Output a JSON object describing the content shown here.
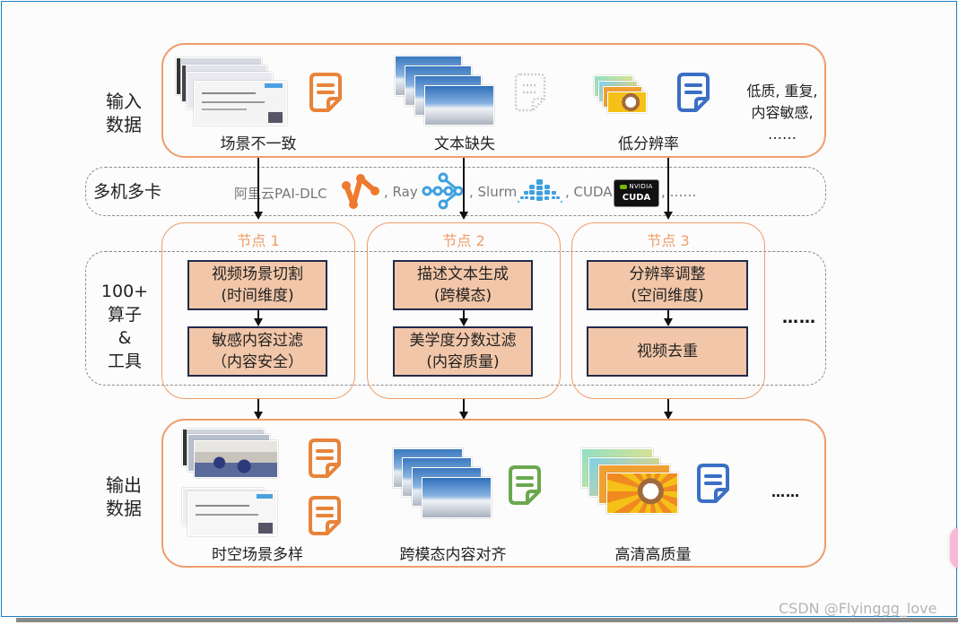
{
  "input_row": {
    "label": "输入\n数据",
    "items": [
      {
        "caption": "场景不一致",
        "doc_icon": "orange-document-icon",
        "doc_color": "#e8833a",
        "image": "video-frames-lecture"
      },
      {
        "caption": "文本缺失",
        "doc_icon": "missing-document-icon",
        "doc_color": "#cccccc",
        "image": "snow-landscape-frames"
      },
      {
        "caption": "低分辨率",
        "doc_icon": "blue-document-icon",
        "doc_color": "#3a6fc4",
        "image": "cartoon-frames"
      }
    ],
    "extra": "低质, 重复,\n内容敏感,\n……"
  },
  "compute_row": {
    "label": "多机多卡",
    "tools": [
      {
        "text": "阿里云PAI-DLC",
        "icon": "pai-dlc-icon",
        "color": "#ef7a2e"
      },
      {
        "text": ", Ray",
        "icon": "ray-icon",
        "color": "#3fa0e0"
      },
      {
        "text": ", Slurm",
        "icon": "slurm-icon",
        "color": "#3fa0e0"
      },
      {
        "text": ", CUDA",
        "icon": "nvidia-cuda-icon",
        "badge_top": "NVIDIA",
        "badge_bottom": "CUDA"
      },
      {
        "text": ", ……"
      }
    ]
  },
  "operators_row": {
    "label": "100+\n算子\n&\n工具",
    "more": "……",
    "nodes": [
      {
        "title": "节点 1",
        "ops": [
          {
            "line1": "视频场景切割",
            "line2": "(时间维度)"
          },
          {
            "line1": "敏感内容过滤",
            "line2": "（内容安全）"
          }
        ]
      },
      {
        "title": "节点 2",
        "ops": [
          {
            "line1": "描述文本生成",
            "line2": "(跨模态)"
          },
          {
            "line1": "美学度分数过滤",
            "line2": "(内容质量)"
          }
        ]
      },
      {
        "title": "节点 3",
        "ops": [
          {
            "line1": "分辨率调整",
            "line2": "(空间维度)"
          },
          {
            "line1": "视频去重",
            "line2": ""
          }
        ]
      }
    ]
  },
  "output_row": {
    "label": "输出\n数据",
    "items": [
      {
        "caption": "时空场景多样",
        "doc_icon": "orange-document-icon",
        "doc_color": "#e8833a"
      },
      {
        "caption": "跨模态内容对齐",
        "doc_icon": "green-document-icon",
        "doc_color": "#6aa84f"
      },
      {
        "caption": "高清高质量",
        "doc_icon": "blue-document-icon",
        "doc_color": "#3a6fc4"
      }
    ],
    "more": "……"
  },
  "watermark": "CSDN @Flyinggg_love",
  "colors": {
    "accent_orange": "#ef9d6a",
    "op_fill": "#f2c6a8",
    "op_border": "#1f2a4a",
    "frame_blue": "#1a7fc1"
  }
}
